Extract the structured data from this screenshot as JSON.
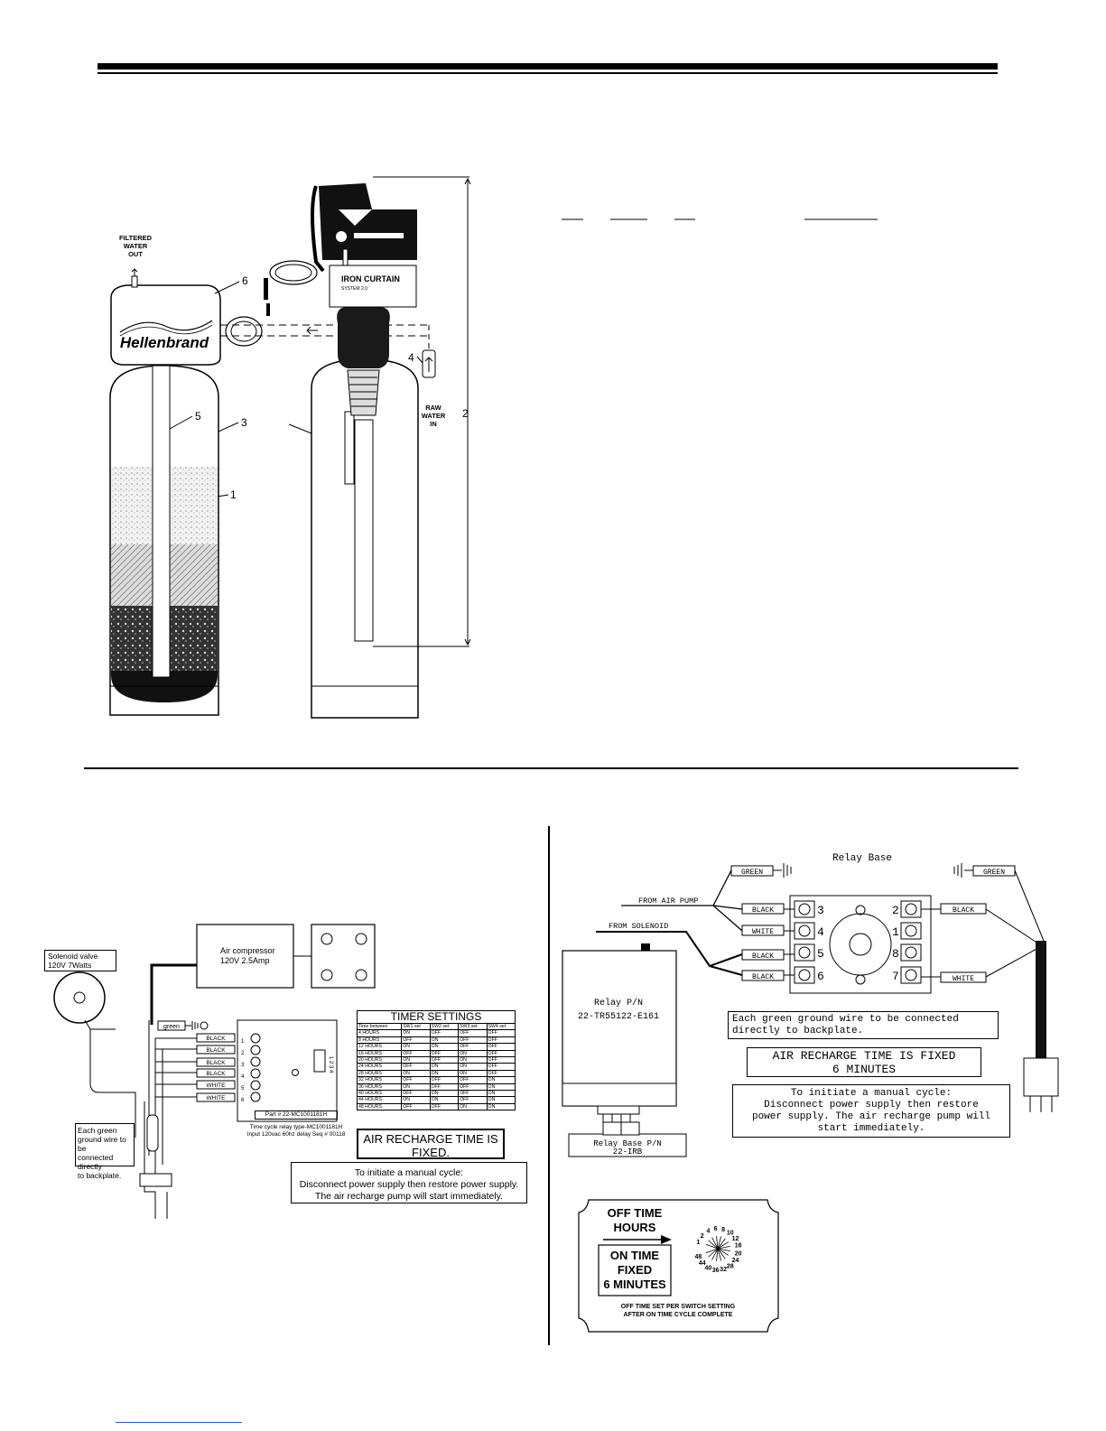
{
  "product": {
    "brand_logo": "Hellenbrand",
    "iron_curtain_logo": "IRON CURTAIN",
    "iron_curtain_sub": "SYSTEM 2.0"
  },
  "tank_labels": {
    "filtered": [
      "FILTERED",
      "WATER",
      "OUT"
    ],
    "raw": [
      "RAW",
      "WATER",
      "IN"
    ],
    "callouts": [
      "1",
      "2",
      "3",
      "4",
      "5",
      "6"
    ]
  },
  "left_wiring": {
    "solenoid": [
      "Solenoid valve",
      "120V    7Watts"
    ],
    "compressor": [
      "Air compressor",
      "120V    2.5Amp"
    ],
    "green_label": "green",
    "wires": [
      "BLACK",
      "BLACK",
      "BLACK",
      "BLACK",
      "WHITE",
      "WHITE"
    ],
    "terminals": [
      "1",
      "2",
      "3",
      "4",
      "5",
      "6"
    ],
    "dip": "1 2 3 4",
    "part": "Part # 22-MC1001181H",
    "cycle_relay": [
      "Time cycle relay type-MC1001181H",
      "Input 120vac 60hz delay Seq # 00118"
    ],
    "green_note": [
      "Each green",
      "ground wire to be",
      "connected directly",
      "to backplate."
    ],
    "timer_title": "TIMER SETTINGS",
    "timer_headers": [
      "Time between",
      "SW1 set",
      "SW2 set",
      "SW3 set",
      "SW4 set"
    ],
    "timer_rows": [
      [
        "4 HOURS",
        "ON",
        "OFF",
        "OFF",
        "OFF"
      ],
      [
        "8 HOURS",
        "OFF",
        "ON",
        "OFF",
        "OFF"
      ],
      [
        "12 HOURS",
        "ON",
        "ON",
        "OFF",
        "OFF"
      ],
      [
        "16 HOURS",
        "OFF",
        "OFF",
        "ON",
        "OFF"
      ],
      [
        "20 HOURS",
        "ON",
        "OFF",
        "ON",
        "OFF"
      ],
      [
        "24 HOURS",
        "OFF",
        "ON",
        "ON",
        "OFF"
      ],
      [
        "28 HOURS",
        "ON",
        "ON",
        "ON",
        "OFF"
      ],
      [
        "32 HOURS",
        "OFF",
        "OFF",
        "OFF",
        "ON"
      ],
      [
        "36 HOURS",
        "ON",
        "OFF",
        "OFF",
        "ON"
      ],
      [
        "40 HOURS",
        "OFF",
        "ON",
        "OFF",
        "ON"
      ],
      [
        "44 HOURS",
        "ON",
        "ON",
        "OFF",
        "ON"
      ],
      [
        "48 HOURS",
        "OFF",
        "OFF",
        "ON",
        "ON"
      ]
    ],
    "air_fixed": [
      "AIR RECHARGE TIME IS",
      "FIXED."
    ],
    "manual": [
      "To initiate a manual cycle:",
      "Disconnect power supply then restore power supply.",
      "The air recharge pump will start immediately."
    ]
  },
  "right_wiring": {
    "relay_base_title": "Relay Base",
    "green": "GREEN",
    "from_air_pump": "FROM AIR PUMP",
    "from_solenoid": "FROM SOLENOID",
    "left_wires": [
      "BLACK",
      "WHITE",
      "BLACK",
      "BLACK"
    ],
    "left_terms": [
      "3",
      "4",
      "5",
      "6"
    ],
    "right_terms": [
      "2",
      "1",
      "8",
      "7"
    ],
    "right_wires": [
      "BLACK",
      "WHITE"
    ],
    "relay_pn": [
      "Relay P/N",
      "22-TR55122-E161"
    ],
    "relay_base_pn": [
      "Relay Base P/N",
      "22-IRB"
    ],
    "green_note": [
      "Each green ground wire to be connected",
      "directly to backplate."
    ],
    "air_fixed": [
      "AIR RECHARGE TIME IS FIXED",
      "6 MINUTES"
    ],
    "manual": [
      "To initiate a manual cycle:",
      "Disconnect power supply then restore",
      "power supply. The air recharge pump will",
      "start immediately."
    ]
  },
  "dial": {
    "off_time": [
      "OFF TIME",
      "HOURS"
    ],
    "on_time": [
      "ON TIME",
      "FIXED",
      "6 MINUTES"
    ],
    "numbers": [
      "1",
      "2",
      "4",
      "6",
      "8",
      "10",
      "12",
      "16",
      "20",
      "24",
      "28",
      "32",
      "36",
      "40",
      "44",
      "48"
    ],
    "footer": [
      "OFF TIME SET PER SWITCH SETTING",
      "AFTER ON TIME CYCLE COMPLETE"
    ]
  }
}
